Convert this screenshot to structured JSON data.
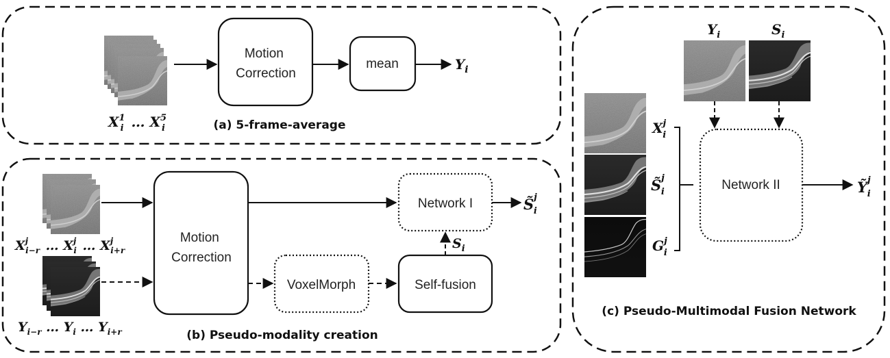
{
  "panels": {
    "a": {
      "caption": "(a) 5-frame-average",
      "motion_correction": "Motion\nCorrection",
      "mean": "mean",
      "input_label": "X_i^1 … X_i^5",
      "output_label": "Y_i"
    },
    "b": {
      "caption": "(b) Pseudo-modality creation",
      "motion_correction": "Motion\nCorrection",
      "network1": "Network I",
      "voxelmorph": "VoxelMorph",
      "selffusion": "Self-fusion",
      "x_stack_label": "X_{i−r}^j … X_i^j … X_{i+r}^j",
      "y_stack_label": "Y_{i−r} … Y_i … Y_{i+r}",
      "s_label": "S_i",
      "output_label": "S̃_i^j"
    },
    "c": {
      "caption": "(c) Pseudo-Multimodal Fusion Network",
      "network2": "Network II",
      "y_label": "Y_i",
      "s_label": "S_i",
      "x_label": "X_i^j",
      "stilde_label": "S̃_i^j",
      "g_label": "G_i^j",
      "output_label": "Ỹ_i^j"
    }
  },
  "colors": {
    "stroke": "#111111",
    "oct_dark": "#1a1a1a",
    "oct_mid": "#555555",
    "oct_light": "#9a9a9a"
  }
}
